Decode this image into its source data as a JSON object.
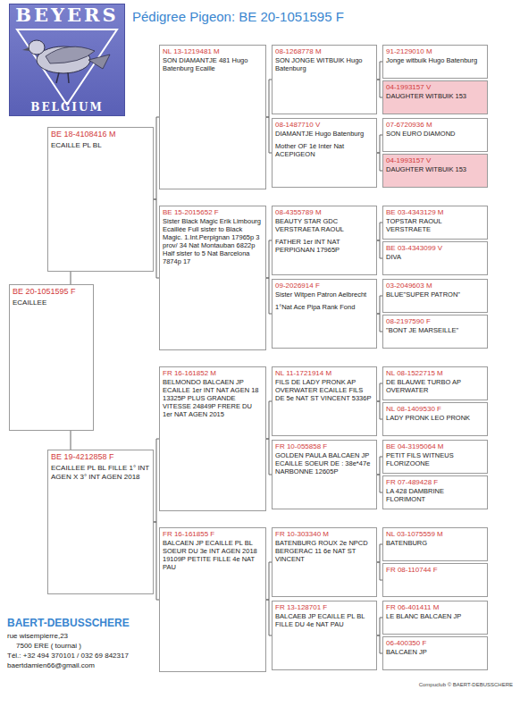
{
  "diagram": {
    "title": "Pédigree Pigeon: BE 20-1051595 F",
    "nodes": [
      {
        "text": [
          "BEYERS",
          "BELGIUM"
        ]
      },
      {
        "text": [
          "BE 20-1051595 F",
          "ECAILLEE"
        ]
      },
      {
        "text": [
          "BE 18-4108416 M",
          "ECAILLE PL BL"
        ]
      },
      {
        "text": [
          "BE 19-4212858 F",
          "ECAILLEE PL BL FILLE 1° INT AGEN X 3° INT AGEN 2018"
        ]
      },
      {
        "text": [
          "NL 13-1219481 M",
          "SON DIAMANTJE 481 Hugo Batenburg Ecaille"
        ]
      },
      {
        "text": [
          "BE 15-2015652 F",
          "Sister Black Magic Erik Limbourg Ecaillée Full sister to Black Magic. 1.Int.Perpignan 17965p 3 prov/ 34 Nat Montauban 6822p Half sister to 5 Nat Barcelona 7874p 17"
        ]
      },
      {
        "text": [
          "FR 16-161852 M",
          "BELMONDO BALCAEN JP ECAILLE 1er INT NAT AGEN 18 13325P PLUS GRANDE VITESSE 24849P FRERE DU 1er NAT AGEN 2015"
        ]
      },
      {
        "text": [
          "FR 16-161855 F",
          "BALCAEN JP ECAILLE PL BL SOEUR DU 3e INT AGEN 2018 19109P PETITE FILLE 4e NAT PAU"
        ]
      },
      {
        "text": [
          "08-1268778 M",
          "SON JONGE WITBUIK Hugo Batenburg"
        ]
      },
      {
        "text": [
          "08-1487710 V",
          "DIAMANTJE Hugo Batenburg",
          "Mother OF 1é Inter Nat ACEPIGEON"
        ]
      },
      {
        "text": [
          "08-4355789 M",
          "BEAUTY STAR GDC VERSTRAETA RAOUL",
          "FATHER 1er INT NAT PERPIGNAN 17965P"
        ]
      },
      {
        "text": [
          "09-2026914 F",
          "Sister Witpen Patron Aelbrecht",
          "1°Nat Ace Pipa Rank Fond"
        ]
      },
      {
        "text": [
          "NL 11-1721914 M",
          "FILS DE LADY PRONK AP OVERWATER ECAILLE FILS DE 5e NAT ST VINCENT 5336P"
        ]
      },
      {
        "text": [
          "FR 10-055858 F",
          "GOLDEN PAULA BALCAEN JP ECAILLE SOEUR DE : 38e*47e NARBONNE 12605P"
        ]
      },
      {
        "text": [
          "FR 10-303340 M",
          "BATENBURG ROUX 2e NPCD BERGERAC 11 6e NAT ST VINCENT"
        ]
      },
      {
        "text": [
          "FR 13-128701 F",
          "BALCAEB JP ECAILLE PL BL FILLE DU 4e NAT PAU"
        ]
      },
      {
        "text": [
          "91-2129010 M",
          "Jonge witbuik Hugo Batenburg"
        ]
      },
      {
        "text": [
          "04-1993157 V",
          "DAUGHTER WITBUIK 153"
        ]
      },
      {
        "text": [
          "07-6720936 M",
          "SON EURO DIAMOND"
        ]
      },
      {
        "text": [
          "04-1993157 V",
          "DAUGHTER WITBUIK 153"
        ]
      },
      {
        "text": [
          "BE 03-4343129 M",
          "TOPSTAR RAOUL VERSTRAETE"
        ]
      },
      {
        "text": [
          "BE 03-4343099 V",
          "DIVA"
        ]
      },
      {
        "text": [
          "03-2049603 M",
          "BLUE\"SUPER PATRON\""
        ]
      },
      {
        "text": [
          "08-2197590 F",
          "\"BONT JE MARSEILLE\""
        ]
      },
      {
        "text": [
          "NL 08-1522715 M",
          "DE BLAUWE TURBO AP OVERWATER"
        ]
      },
      {
        "text": [
          "NL 08-1409530 F",
          "LADY PRONK LEO PRONK"
        ]
      },
      {
        "text": [
          "BE 04-3195064 M",
          "PETIT FILS WITNEUS FLORIZOONE"
        ]
      },
      {
        "text": [
          "FR 07-489428 F",
          "LA 428 DAMBRINE FLORIMONT"
        ]
      },
      {
        "text": [
          "NL 03-1075559 M",
          "BATENBURG"
        ]
      },
      {
        "text": [
          "FR 08-110744 F"
        ]
      },
      {
        "text": [
          "FR 06-401411 M",
          "LE BLANC BALCAEN JP"
        ]
      },
      {
        "text": [
          "06-400350 F",
          "BALCAEN JP"
        ]
      }
    ],
    "edges": [
      {
        "from": 1,
        "to": 2,
        "arrow": "none"
      },
      {
        "from": 1,
        "to": 3,
        "arrow": "none"
      },
      {
        "from": 2,
        "to": 4,
        "arrow": "none"
      },
      {
        "from": 2,
        "to": 5,
        "arrow": "none"
      },
      {
        "from": 3,
        "to": 6,
        "arrow": "none"
      },
      {
        "from": 3,
        "to": 7,
        "arrow": "none"
      },
      {
        "from": 4,
        "to": 8,
        "arrow": "none"
      },
      {
        "from": 4,
        "to": 9,
        "arrow": "none"
      },
      {
        "from": 5,
        "to": 10,
        "arrow": "none"
      },
      {
        "from": 5,
        "to": 11,
        "arrow": "none"
      },
      {
        "from": 6,
        "to": 12,
        "arrow": "none"
      },
      {
        "from": 6,
        "to": 13,
        "arrow": "none"
      },
      {
        "from": 7,
        "to": 14,
        "arrow": "none"
      },
      {
        "from": 7,
        "to": 15,
        "arrow": "none"
      },
      {
        "from": 8,
        "to": 16,
        "arrow": "none"
      },
      {
        "from": 8,
        "to": 17,
        "arrow": "none"
      },
      {
        "from": 9,
        "to": 18,
        "arrow": "none"
      },
      {
        "from": 9,
        "to": 19,
        "arrow": "none"
      },
      {
        "from": 10,
        "to": 20,
        "arrow": "none"
      },
      {
        "from": 10,
        "to": 21,
        "arrow": "none"
      },
      {
        "from": 11,
        "to": 22,
        "arrow": "none"
      },
      {
        "from": 11,
        "to": 23,
        "arrow": "none"
      },
      {
        "from": 12,
        "to": 24,
        "arrow": "none"
      },
      {
        "from": 12,
        "to": 25,
        "arrow": "none"
      },
      {
        "from": 13,
        "to": 26,
        "arrow": "none"
      },
      {
        "from": 13,
        "to": 27,
        "arrow": "none"
      },
      {
        "from": 14,
        "to": 28,
        "arrow": "none"
      },
      {
        "from": 14,
        "to": 29,
        "arrow": "none"
      },
      {
        "from": 15,
        "to": 30,
        "arrow": "none"
      },
      {
        "from": 15,
        "to": 31,
        "arrow": "none"
      }
    ],
    "labels": [
      "BAERT-DEBUSSCHERE",
      "rue wisempierre,23",
      "7500 ERE ( tournai )",
      "Tél.: +32 494 370101 / 032 69 842317",
      "baertdamien66@gmail.com",
      "Compuclub © BAERT-DEBUSSCHERE"
    ]
  }
}
